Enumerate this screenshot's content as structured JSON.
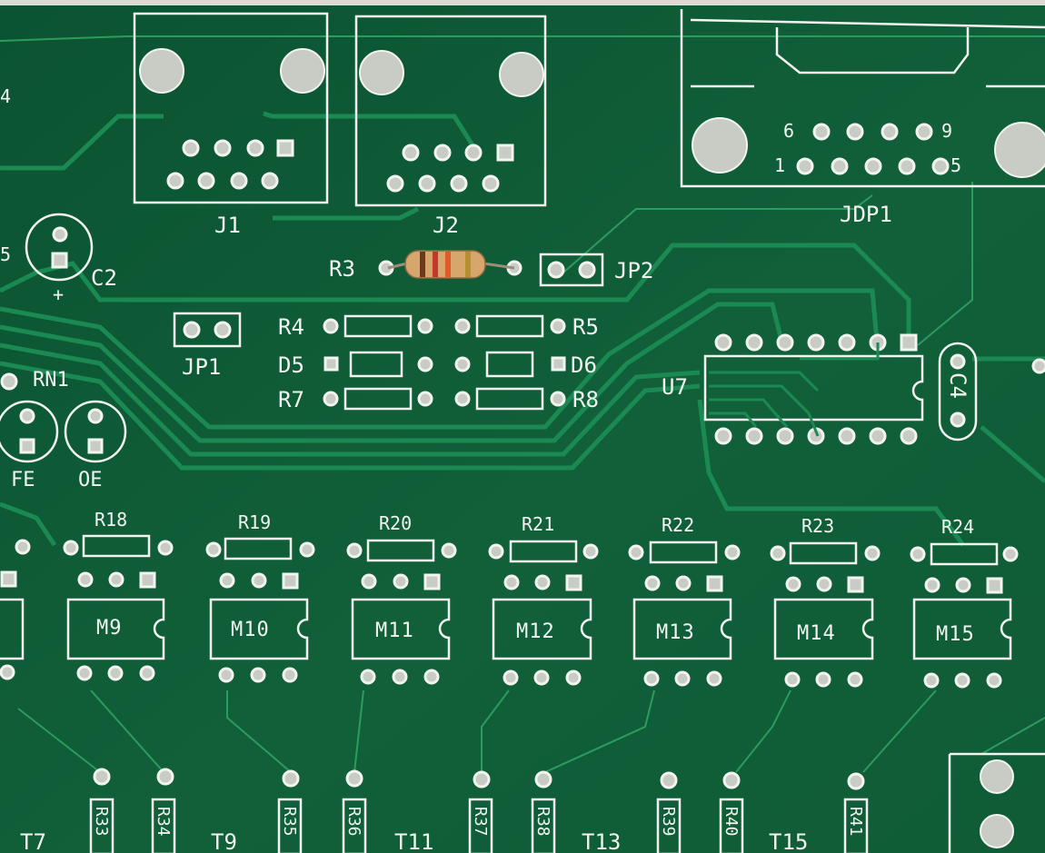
{
  "board": {
    "colors": {
      "substrate": "#0e5a36",
      "trace": "#1b8a52",
      "silkscreen": "#f2f5ef",
      "pad": "#c9ccc4",
      "resistor_body": "#d7a66d"
    },
    "connectors": {
      "j1": "J1",
      "j2": "J2",
      "jdp1": "JDP1"
    },
    "jdp1_pins": {
      "p6": "6",
      "p9": "9",
      "p1": "1",
      "p5": "5"
    },
    "resistors_top": {
      "r3": "R3",
      "r4": "R4",
      "r5": "R5",
      "r7": "R7",
      "r8": "R8"
    },
    "diodes": {
      "d5": "D5",
      "d6": "D6"
    },
    "jumpers": {
      "jp1": "JP1",
      "jp2": "JP2"
    },
    "capacitors": {
      "c2": "C2",
      "c2_polarity": "+",
      "c4": "C4"
    },
    "ic": {
      "u7": "U7"
    },
    "leds": {
      "rn1": "RN1",
      "fe": "FE",
      "oe": "OE"
    },
    "edge_marks": {
      "left_top": "4",
      "left_mid": "5"
    },
    "row_resistors": [
      "R18",
      "R19",
      "R20",
      "R21",
      "R22",
      "R23",
      "R24"
    ],
    "modules": [
      "M9",
      "M10",
      "M11",
      "M12",
      "M13",
      "M14",
      "M15"
    ],
    "transistors": [
      "T7",
      "T9",
      "T11",
      "T13",
      "T15"
    ],
    "bottom_resistors": [
      "R33",
      "R34",
      "R35",
      "R36",
      "R37",
      "R38",
      "R39",
      "R40",
      "R41"
    ]
  }
}
